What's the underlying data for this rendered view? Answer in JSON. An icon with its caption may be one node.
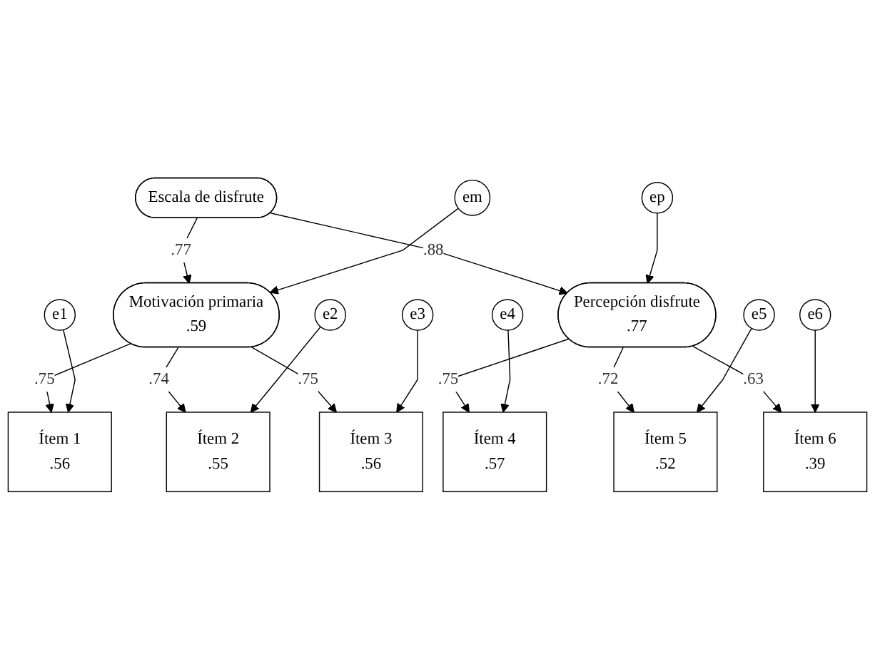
{
  "diagram": {
    "nodes": [
      {
        "text": [
          "Escala de disfrute"
        ]
      },
      {
        "text": [
          "em"
        ]
      },
      {
        "text": [
          "Motivación primaria",
          ".59"
        ]
      },
      {
        "text": [
          "Percepción disfrute",
          ".77"
        ]
      },
      {
        "text": [
          "ep"
        ]
      },
      {
        "text": [
          "Ítem 1",
          ".56"
        ]
      },
      {
        "text": [
          "Ítem 2",
          ".55"
        ]
      },
      {
        "text": [
          "Ítem 3",
          ".56"
        ]
      },
      {
        "text": [
          "Ítem 4",
          ".57"
        ]
      },
      {
        "text": [
          "Ítem 5",
          ".52"
        ]
      },
      {
        "text": [
          "Ítem 6",
          ".39"
        ]
      },
      {
        "text": [
          "e1"
        ]
      },
      {
        "text": [
          "e2"
        ]
      },
      {
        "text": [
          "e3"
        ]
      },
      {
        "text": [
          "e4"
        ]
      },
      {
        "text": [
          "e5"
        ]
      },
      {
        "text": [
          "e6"
        ]
      }
    ],
    "edges": [
      {
        "from": 0,
        "to": 2,
        "arrow": "to",
        "label": ".77"
      },
      {
        "from": 0,
        "to": 3,
        "arrow": "to",
        "label": ".88"
      },
      {
        "from": 1,
        "to": 2,
        "arrow": "to"
      },
      {
        "from": 4,
        "to": 3,
        "arrow": "to"
      },
      {
        "from": 2,
        "to": 5,
        "arrow": "to",
        "label": ".75"
      },
      {
        "from": 2,
        "to": 6,
        "arrow": "to",
        "label": ".74"
      },
      {
        "from": 2,
        "to": 7,
        "arrow": "to",
        "label": ".75"
      },
      {
        "from": 3,
        "to": 8,
        "arrow": "to",
        "label": ".75"
      },
      {
        "from": 3,
        "to": 9,
        "arrow": "to",
        "label": ".72"
      },
      {
        "from": 3,
        "to": 10,
        "arrow": "to",
        "label": ".63"
      },
      {
        "from": 11,
        "to": 5,
        "arrow": "to"
      },
      {
        "from": 12,
        "to": 6,
        "arrow": "to"
      },
      {
        "from": 13,
        "to": 7,
        "arrow": "to"
      },
      {
        "from": 14,
        "to": 8,
        "arrow": "to"
      },
      {
        "from": 15,
        "to": 9,
        "arrow": "to"
      },
      {
        "from": 16,
        "to": 10,
        "arrow": "to"
      }
    ]
  }
}
